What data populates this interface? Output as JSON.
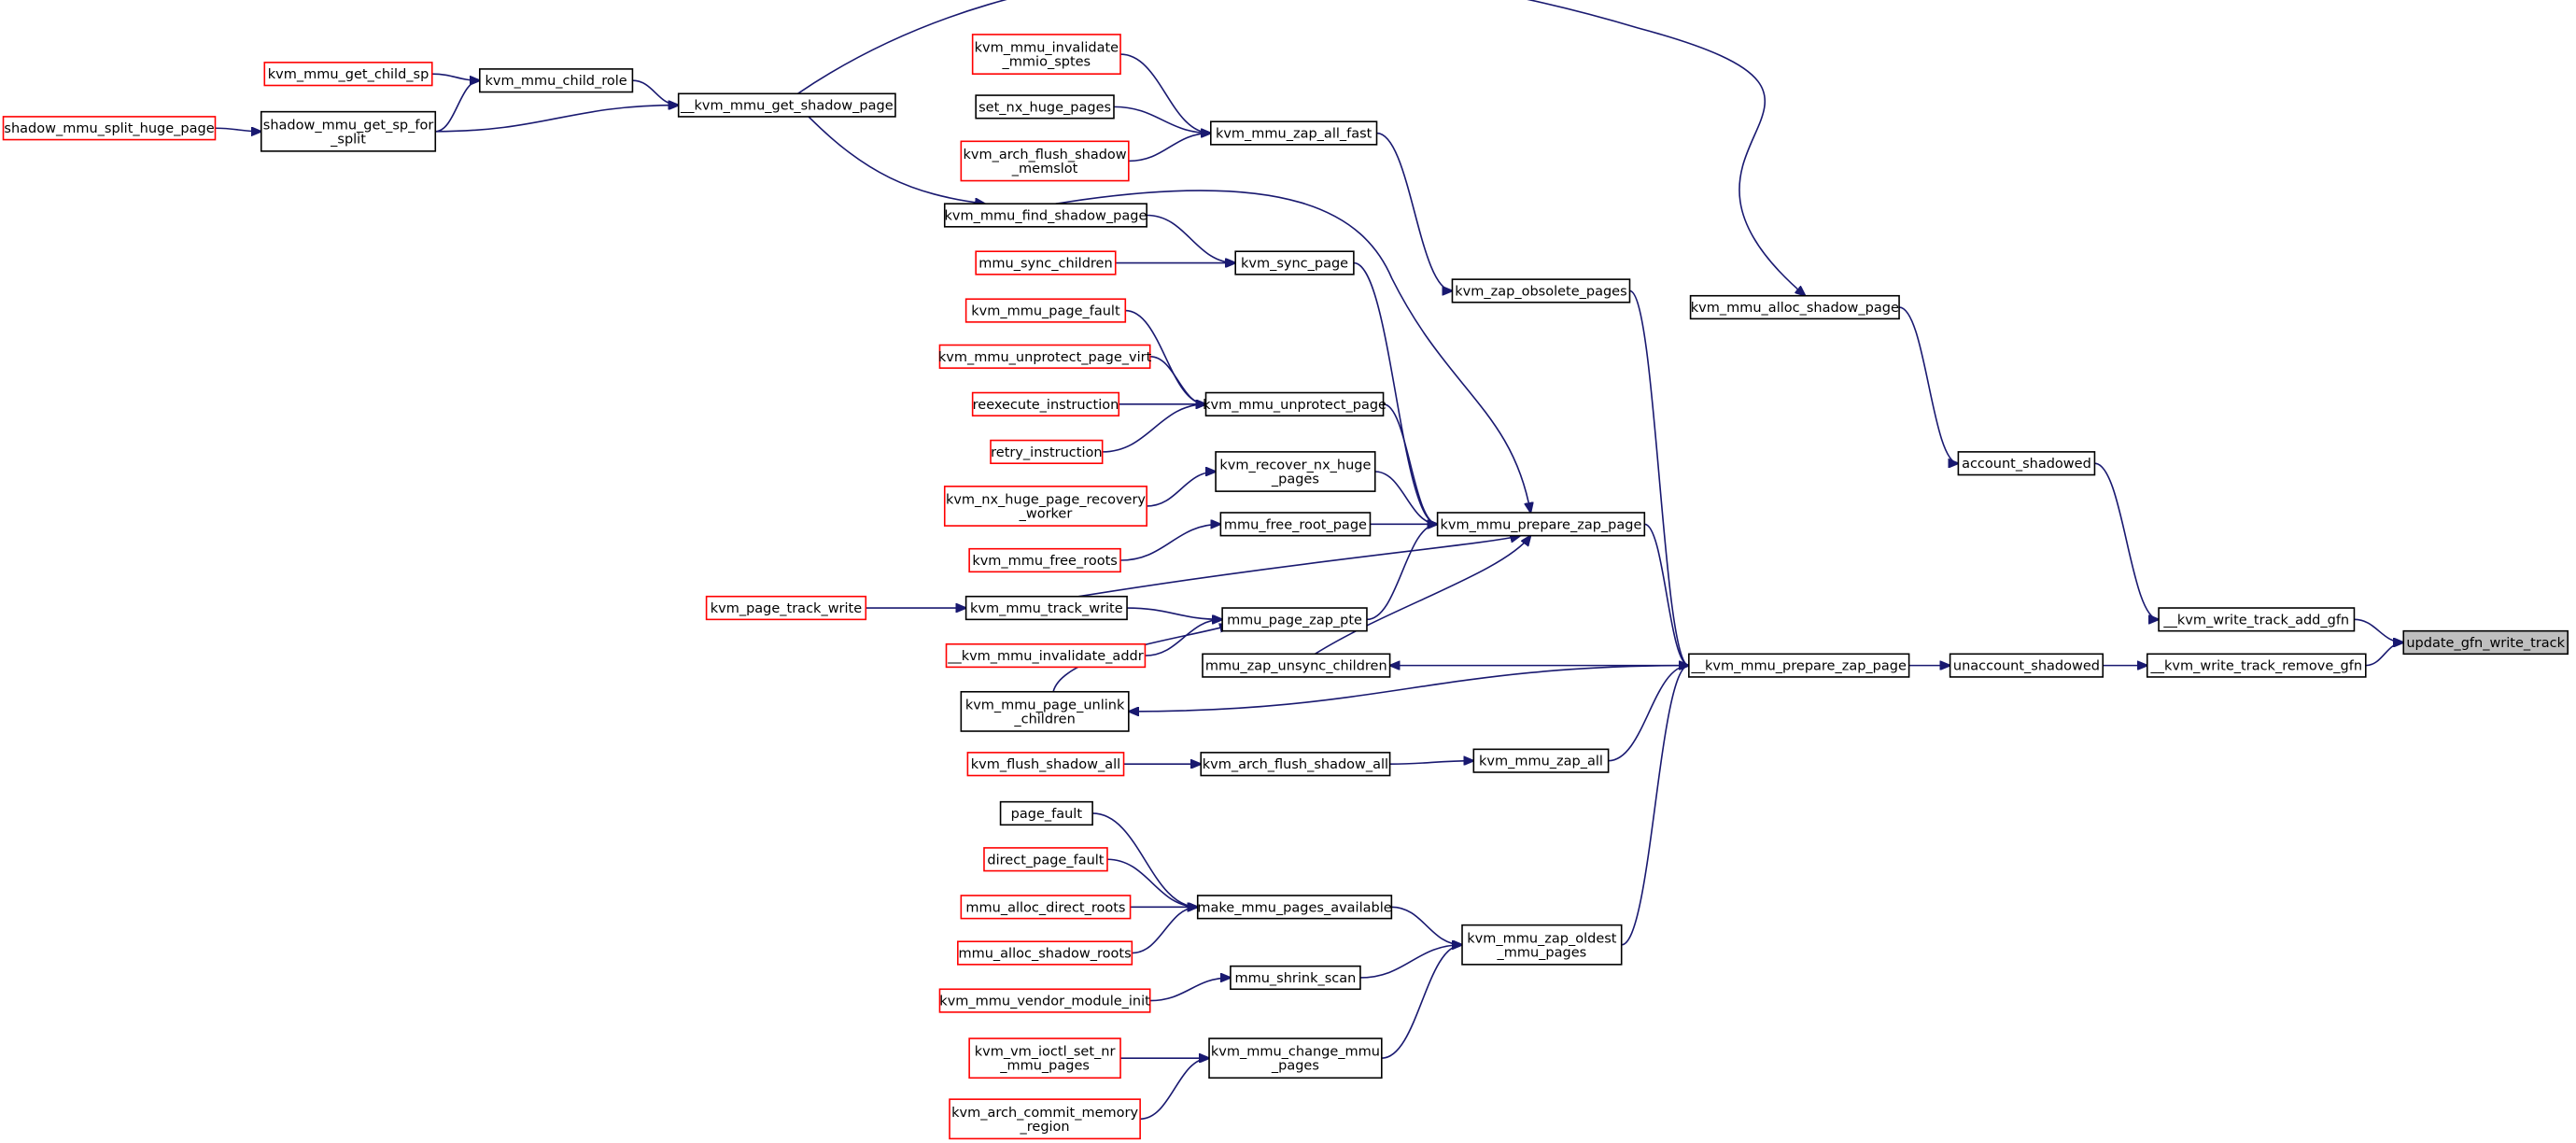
{
  "colors": {
    "edge": "#191970",
    "border_default": "#000000",
    "border_external": "#ff0000",
    "highlight_fill": "#bfbfbf"
  },
  "nodes": [
    {
      "id": "update_gfn_write_track",
      "lines": [
        "update_gfn_write_track"
      ],
      "style": "highlight"
    },
    {
      "id": "kvm_write_track_add_gfn",
      "lines": [
        "__kvm_write_track_add_gfn"
      ],
      "style": "normal"
    },
    {
      "id": "kvm_write_track_remove_gfn",
      "lines": [
        "__kvm_write_track_remove_gfn"
      ],
      "style": "normal"
    },
    {
      "id": "account_shadowed",
      "lines": [
        "account_shadowed"
      ],
      "style": "normal"
    },
    {
      "id": "unaccount_shadowed",
      "lines": [
        "unaccount_shadowed"
      ],
      "style": "normal"
    },
    {
      "id": "kvm_mmu_alloc_shadow_page",
      "lines": [
        "kvm_mmu_alloc_shadow_page"
      ],
      "style": "normal"
    },
    {
      "id": "kvm_mmu_prepare_zap_page_internal",
      "lines": [
        "__kvm_mmu_prepare_zap_page"
      ],
      "style": "normal"
    },
    {
      "id": "kvm_mmu_get_shadow_page_internal",
      "lines": [
        "__kvm_mmu_get_shadow_page"
      ],
      "style": "normal"
    },
    {
      "id": "kvm_zap_obsolete_pages",
      "lines": [
        "kvm_zap_obsolete_pages"
      ],
      "style": "normal"
    },
    {
      "id": "kvm_mmu_prepare_zap_page",
      "lines": [
        "kvm_mmu_prepare_zap_page"
      ],
      "style": "normal"
    },
    {
      "id": "mmu_zap_unsync_children",
      "lines": [
        "mmu_zap_unsync_children"
      ],
      "style": "normal"
    },
    {
      "id": "kvm_mmu_page_unlink_children",
      "lines": [
        "kvm_mmu_page_unlink",
        "_children"
      ],
      "style": "normal"
    },
    {
      "id": "kvm_mmu_zap_all",
      "lines": [
        "kvm_mmu_zap_all"
      ],
      "style": "normal"
    },
    {
      "id": "kvm_mmu_zap_oldest_mmu_pages",
      "lines": [
        "kvm_mmu_zap_oldest",
        "_mmu_pages"
      ],
      "style": "normal"
    },
    {
      "id": "kvm_mmu_child_role",
      "lines": [
        "kvm_mmu_child_role"
      ],
      "style": "normal"
    },
    {
      "id": "shadow_mmu_get_sp_for_split",
      "lines": [
        "shadow_mmu_get_sp_for",
        "_split"
      ],
      "style": "normal"
    },
    {
      "id": "kvm_mmu_get_child_sp",
      "lines": [
        "kvm_mmu_get_child_sp"
      ],
      "style": "external"
    },
    {
      "id": "shadow_mmu_split_huge_page",
      "lines": [
        "shadow_mmu_split_huge_page"
      ],
      "style": "external"
    },
    {
      "id": "kvm_mmu_zap_all_fast",
      "lines": [
        "kvm_mmu_zap_all_fast"
      ],
      "style": "normal"
    },
    {
      "id": "kvm_mmu_invalidate_mmio_sptes",
      "lines": [
        "kvm_mmu_invalidate",
        "_mmio_sptes"
      ],
      "style": "external"
    },
    {
      "id": "set_nx_huge_pages",
      "lines": [
        "set_nx_huge_pages"
      ],
      "style": "normal"
    },
    {
      "id": "kvm_arch_flush_shadow_memslot",
      "lines": [
        "kvm_arch_flush_shadow",
        "_memslot"
      ],
      "style": "external"
    },
    {
      "id": "kvm_mmu_find_shadow_page",
      "lines": [
        "kvm_mmu_find_shadow_page"
      ],
      "style": "normal"
    },
    {
      "id": "kvm_sync_page",
      "lines": [
        "kvm_sync_page"
      ],
      "style": "normal"
    },
    {
      "id": "mmu_sync_children",
      "lines": [
        "mmu_sync_children"
      ],
      "style": "external"
    },
    {
      "id": "kvm_mmu_unprotect_page",
      "lines": [
        "kvm_mmu_unprotect_page"
      ],
      "style": "normal"
    },
    {
      "id": "kvm_mmu_page_fault",
      "lines": [
        "kvm_mmu_page_fault"
      ],
      "style": "external"
    },
    {
      "id": "kvm_mmu_unprotect_page_virt",
      "lines": [
        "kvm_mmu_unprotect_page_virt"
      ],
      "style": "external"
    },
    {
      "id": "reexecute_instruction",
      "lines": [
        "reexecute_instruction"
      ],
      "style": "external"
    },
    {
      "id": "retry_instruction",
      "lines": [
        "retry_instruction"
      ],
      "style": "external"
    },
    {
      "id": "kvm_recover_nx_huge_pages",
      "lines": [
        "kvm_recover_nx_huge",
        "_pages"
      ],
      "style": "normal"
    },
    {
      "id": "kvm_nx_huge_page_recovery_worker",
      "lines": [
        "kvm_nx_huge_page_recovery",
        "_worker"
      ],
      "style": "external"
    },
    {
      "id": "mmu_free_root_page",
      "lines": [
        "mmu_free_root_page"
      ],
      "style": "normal"
    },
    {
      "id": "kvm_mmu_free_roots",
      "lines": [
        "kvm_mmu_free_roots"
      ],
      "style": "external"
    },
    {
      "id": "kvm_mmu_track_write",
      "lines": [
        "kvm_mmu_track_write"
      ],
      "style": "normal"
    },
    {
      "id": "kvm_page_track_write",
      "lines": [
        "kvm_page_track_write"
      ],
      "style": "external"
    },
    {
      "id": "mmu_page_zap_pte",
      "lines": [
        "mmu_page_zap_pte"
      ],
      "style": "normal"
    },
    {
      "id": "kvm_mmu_invalidate_addr",
      "lines": [
        "__kvm_mmu_invalidate_addr"
      ],
      "style": "external"
    },
    {
      "id": "kvm_arch_flush_shadow_all",
      "lines": [
        "kvm_arch_flush_shadow_all"
      ],
      "style": "normal"
    },
    {
      "id": "kvm_flush_shadow_all",
      "lines": [
        "kvm_flush_shadow_all"
      ],
      "style": "external"
    },
    {
      "id": "make_mmu_pages_available",
      "lines": [
        "make_mmu_pages_available"
      ],
      "style": "normal"
    },
    {
      "id": "page_fault",
      "lines": [
        "page_fault"
      ],
      "style": "normal"
    },
    {
      "id": "direct_page_fault",
      "lines": [
        "direct_page_fault"
      ],
      "style": "external"
    },
    {
      "id": "mmu_alloc_direct_roots",
      "lines": [
        "mmu_alloc_direct_roots"
      ],
      "style": "external"
    },
    {
      "id": "mmu_alloc_shadow_roots",
      "lines": [
        "mmu_alloc_shadow_roots"
      ],
      "style": "external"
    },
    {
      "id": "mmu_shrink_scan",
      "lines": [
        "mmu_shrink_scan"
      ],
      "style": "normal"
    },
    {
      "id": "kvm_mmu_vendor_module_init",
      "lines": [
        "kvm_mmu_vendor_module_init"
      ],
      "style": "external"
    },
    {
      "id": "kvm_mmu_change_mmu_pages",
      "lines": [
        "kvm_mmu_change_mmu",
        "_pages"
      ],
      "style": "normal"
    },
    {
      "id": "kvm_vm_ioctl_set_nr_mmu_pages",
      "lines": [
        "kvm_vm_ioctl_set_nr",
        "_mmu_pages"
      ],
      "style": "external"
    },
    {
      "id": "kvm_arch_commit_memory_region",
      "lines": [
        "kvm_arch_commit_memory",
        "_region"
      ],
      "style": "external"
    }
  ],
  "edges": [
    {
      "from": "kvm_write_track_add_gfn",
      "to": "update_gfn_write_track"
    },
    {
      "from": "kvm_write_track_remove_gfn",
      "to": "update_gfn_write_track"
    },
    {
      "from": "account_shadowed",
      "to": "kvm_write_track_add_gfn"
    },
    {
      "from": "unaccount_shadowed",
      "to": "kvm_write_track_remove_gfn"
    },
    {
      "from": "kvm_mmu_alloc_shadow_page",
      "to": "account_shadowed"
    },
    {
      "from": "kvm_mmu_prepare_zap_page_internal",
      "to": "unaccount_shadowed"
    },
    {
      "from": "kvm_mmu_get_shadow_page_internal",
      "to": "kvm_mmu_alloc_shadow_page"
    },
    {
      "from": "kvm_zap_obsolete_pages",
      "to": "kvm_mmu_prepare_zap_page_internal"
    },
    {
      "from": "kvm_mmu_prepare_zap_page",
      "to": "kvm_mmu_prepare_zap_page_internal"
    },
    {
      "from": "kvm_mmu_prepare_zap_page_internal",
      "to": "mmu_zap_unsync_children"
    },
    {
      "from": "kvm_mmu_prepare_zap_page_internal",
      "to": "kvm_mmu_page_unlink_children"
    },
    {
      "from": "kvm_mmu_zap_all",
      "to": "kvm_mmu_prepare_zap_page_internal"
    },
    {
      "from": "kvm_mmu_zap_oldest_mmu_pages",
      "to": "kvm_mmu_prepare_zap_page_internal"
    },
    {
      "from": "kvm_mmu_child_role",
      "to": "kvm_mmu_get_shadow_page_internal"
    },
    {
      "from": "shadow_mmu_get_sp_for_split",
      "to": "kvm_mmu_get_shadow_page_internal"
    },
    {
      "from": "kvm_mmu_get_child_sp",
      "to": "kvm_mmu_child_role"
    },
    {
      "from": "shadow_mmu_get_sp_for_split",
      "to": "kvm_mmu_child_role"
    },
    {
      "from": "shadow_mmu_split_huge_page",
      "to": "shadow_mmu_get_sp_for_split"
    },
    {
      "from": "kvm_mmu_get_shadow_page_internal",
      "to": "kvm_mmu_find_shadow_page"
    },
    {
      "from": "kvm_mmu_zap_all_fast",
      "to": "kvm_zap_obsolete_pages"
    },
    {
      "from": "kvm_mmu_invalidate_mmio_sptes",
      "to": "kvm_mmu_zap_all_fast"
    },
    {
      "from": "set_nx_huge_pages",
      "to": "kvm_mmu_zap_all_fast"
    },
    {
      "from": "kvm_arch_flush_shadow_memslot",
      "to": "kvm_mmu_zap_all_fast"
    },
    {
      "from": "kvm_mmu_find_shadow_page",
      "to": "kvm_mmu_prepare_zap_page"
    },
    {
      "from": "kvm_sync_page",
      "to": "kvm_mmu_prepare_zap_page"
    },
    {
      "from": "kvm_mmu_unprotect_page",
      "to": "kvm_mmu_prepare_zap_page"
    },
    {
      "from": "kvm_recover_nx_huge_pages",
      "to": "kvm_mmu_prepare_zap_page"
    },
    {
      "from": "mmu_free_root_page",
      "to": "kvm_mmu_prepare_zap_page"
    },
    {
      "from": "kvm_mmu_track_write",
      "to": "kvm_mmu_prepare_zap_page"
    },
    {
      "from": "mmu_page_zap_pte",
      "to": "kvm_mmu_prepare_zap_page"
    },
    {
      "from": "mmu_zap_unsync_children",
      "to": "kvm_mmu_prepare_zap_page"
    },
    {
      "from": "kvm_mmu_find_shadow_page",
      "to": "kvm_sync_page"
    },
    {
      "from": "mmu_sync_children",
      "to": "kvm_sync_page"
    },
    {
      "from": "kvm_mmu_page_fault",
      "to": "kvm_mmu_unprotect_page"
    },
    {
      "from": "kvm_mmu_unprotect_page_virt",
      "to": "kvm_mmu_unprotect_page"
    },
    {
      "from": "reexecute_instruction",
      "to": "kvm_mmu_unprotect_page"
    },
    {
      "from": "retry_instruction",
      "to": "kvm_mmu_unprotect_page"
    },
    {
      "from": "kvm_nx_huge_page_recovery_worker",
      "to": "kvm_recover_nx_huge_pages"
    },
    {
      "from": "kvm_mmu_free_roots",
      "to": "mmu_free_root_page"
    },
    {
      "from": "kvm_page_track_write",
      "to": "kvm_mmu_track_write"
    },
    {
      "from": "kvm_mmu_track_write",
      "to": "mmu_page_zap_pte"
    },
    {
      "from": "kvm_mmu_invalidate_addr",
      "to": "mmu_page_zap_pte"
    },
    {
      "from": "kvm_mmu_page_unlink_children",
      "to": "mmu_page_zap_pte"
    },
    {
      "from": "kvm_arch_flush_shadow_all",
      "to": "kvm_mmu_zap_all"
    },
    {
      "from": "kvm_flush_shadow_all",
      "to": "kvm_arch_flush_shadow_all"
    },
    {
      "from": "make_mmu_pages_available",
      "to": "kvm_mmu_zap_oldest_mmu_pages"
    },
    {
      "from": "mmu_shrink_scan",
      "to": "kvm_mmu_zap_oldest_mmu_pages"
    },
    {
      "from": "kvm_mmu_change_mmu_pages",
      "to": "kvm_mmu_zap_oldest_mmu_pages"
    },
    {
      "from": "page_fault",
      "to": "make_mmu_pages_available"
    },
    {
      "from": "direct_page_fault",
      "to": "make_mmu_pages_available"
    },
    {
      "from": "mmu_alloc_direct_roots",
      "to": "make_mmu_pages_available"
    },
    {
      "from": "mmu_alloc_shadow_roots",
      "to": "make_mmu_pages_available"
    },
    {
      "from": "kvm_mmu_vendor_module_init",
      "to": "mmu_shrink_scan"
    },
    {
      "from": "kvm_vm_ioctl_set_nr_mmu_pages",
      "to": "kvm_mmu_change_mmu_pages"
    },
    {
      "from": "kvm_arch_commit_memory_region",
      "to": "kvm_mmu_change_mmu_pages"
    }
  ]
}
